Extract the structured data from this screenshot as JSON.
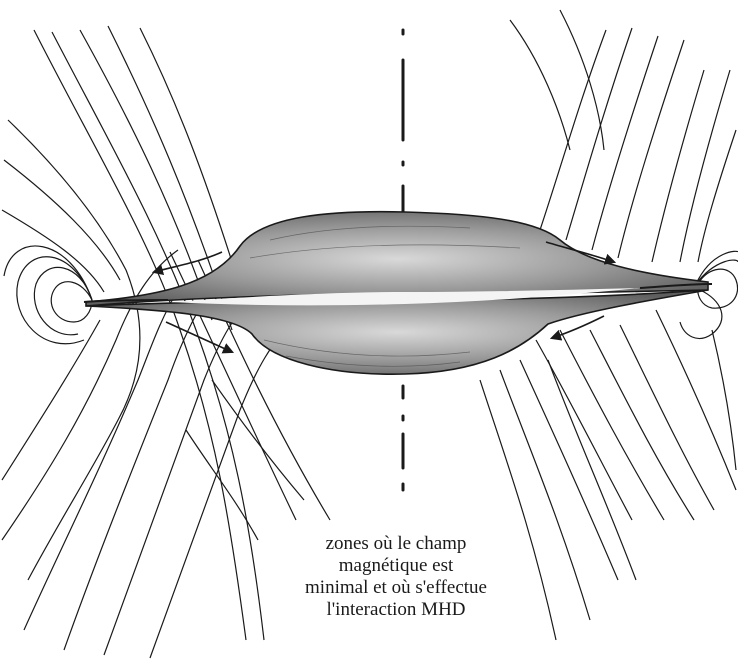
{
  "diagram": {
    "caption": {
      "line1": "zones où le champ",
      "line2": "magnétique est",
      "line3": "minimal et où s'effectue",
      "line4": "l'interaction MHD"
    },
    "colors": {
      "ink": "#1a1a1a",
      "disk_fill": "#8c8c8c",
      "disk_shade": "#6a6a6a",
      "disk_highlight": "#ececec"
    }
  }
}
